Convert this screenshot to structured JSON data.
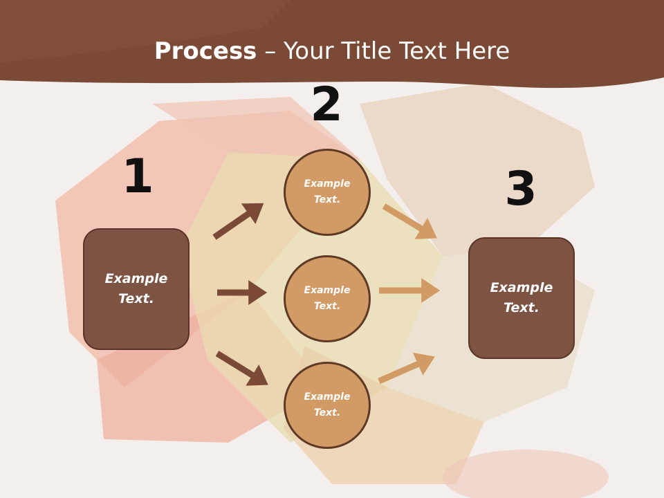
{
  "title": {
    "bold": "Process",
    "rest": " – Your Title Text Here"
  },
  "step_numbers": [
    "1",
    "2",
    "3"
  ],
  "left_box": {
    "text": "Example Text."
  },
  "circles": [
    {
      "text": "Example Text."
    },
    {
      "text": "Example Text."
    },
    {
      "text": "Example Text."
    }
  ],
  "right_box": {
    "text": "Example Text."
  },
  "colors": {
    "banner": "#7a4a36",
    "box_fill": "#7d5343",
    "circle_fill": "#d29b66",
    "arrow_dark": "#7a4a36",
    "arrow_light": "#d29b66"
  }
}
